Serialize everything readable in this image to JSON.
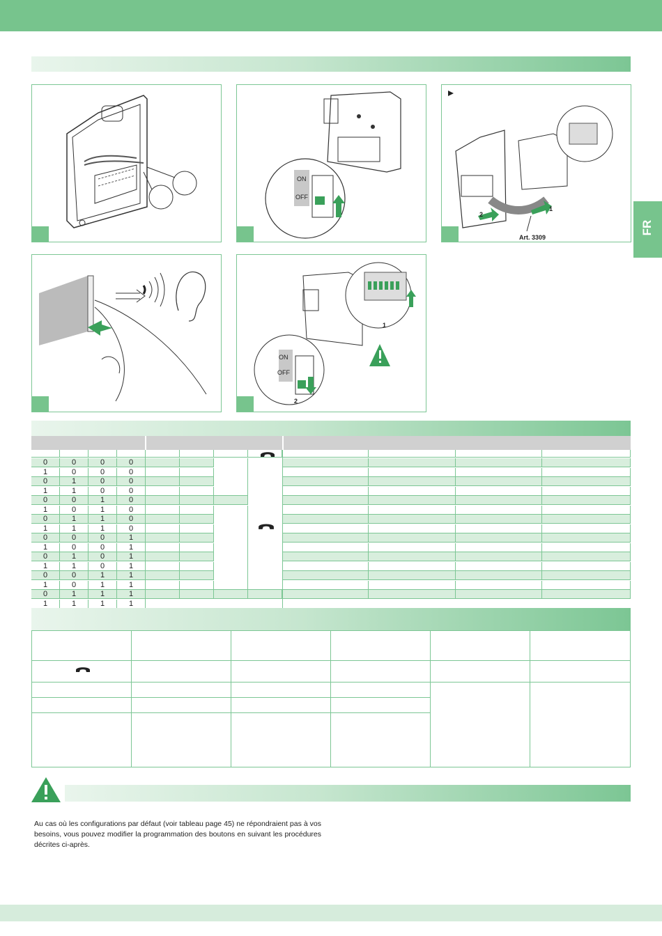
{
  "side_tab": {
    "label": "FR"
  },
  "figures": {
    "fig3_label": "Art. 3309",
    "fig3_arrow1": "1",
    "fig3_arrow2": "2",
    "fig5_step1": "1",
    "fig5_step2": "2",
    "switch_on": "ON",
    "switch_off": "OFF"
  },
  "dip_table": {
    "rows": [
      [
        "0",
        "0",
        "0",
        "0"
      ],
      [
        "1",
        "0",
        "0",
        "0"
      ],
      [
        "0",
        "1",
        "0",
        "0"
      ],
      [
        "1",
        "1",
        "0",
        "0"
      ],
      [
        "0",
        "0",
        "1",
        "0"
      ],
      [
        "1",
        "0",
        "1",
        "0"
      ],
      [
        "0",
        "1",
        "1",
        "0"
      ],
      [
        "1",
        "1",
        "1",
        "0"
      ],
      [
        "0",
        "0",
        "0",
        "1"
      ],
      [
        "1",
        "0",
        "0",
        "1"
      ],
      [
        "0",
        "1",
        "0",
        "1"
      ],
      [
        "1",
        "1",
        "0",
        "1"
      ],
      [
        "0",
        "0",
        "1",
        "1"
      ],
      [
        "1",
        "0",
        "1",
        "1"
      ],
      [
        "0",
        "1",
        "1",
        "1"
      ],
      [
        "1",
        "1",
        "1",
        "1"
      ]
    ]
  },
  "paragraph": {
    "text": "Au cas où les configurations par défaut (voir tableau page 45) ne répondraient pas à vos besoins, vous pouvez modifier la programmation des boutons en suivant les procédures décrites ci-après."
  },
  "colors": {
    "accent": "#77c48d",
    "light": "#d6ecdc",
    "cell": "#d8eedd"
  }
}
